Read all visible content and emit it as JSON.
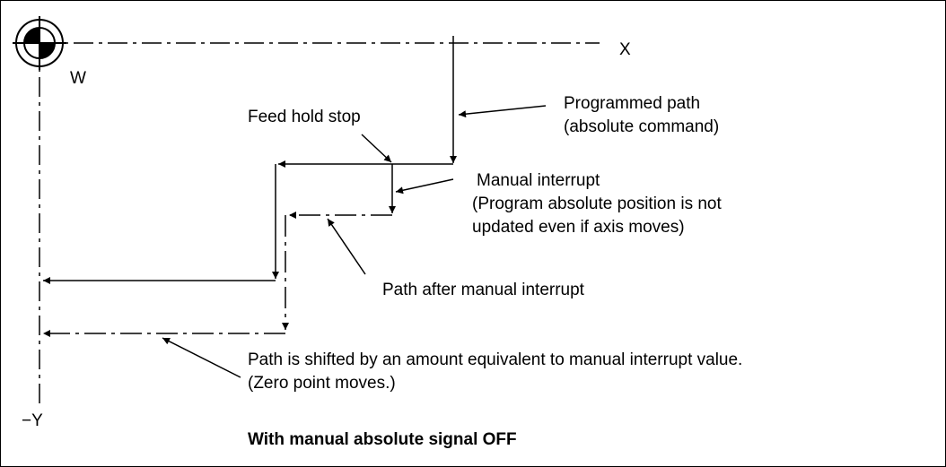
{
  "axes": {
    "x_label": "X",
    "y_label": "−Y",
    "origin_label": "W"
  },
  "labels": {
    "feed_hold_stop": "Feed hold stop",
    "programmed_path_line1": "Programmed path",
    "programmed_path_line2": "(absolute command)",
    "manual_interrupt_line1": "Manual interrupt",
    "manual_interrupt_line2": "(Program absolute position is not",
    "manual_interrupt_line3": "updated even if axis moves)",
    "path_after_interrupt": "Path after manual interrupt",
    "shifted_line1": "Path is shifted by an amount equivalent to manual interrupt value.",
    "shifted_line2": "(Zero point moves.)",
    "caption": "With manual absolute signal OFF"
  },
  "colors": {
    "line": "#000000",
    "background": "#ffffff"
  }
}
